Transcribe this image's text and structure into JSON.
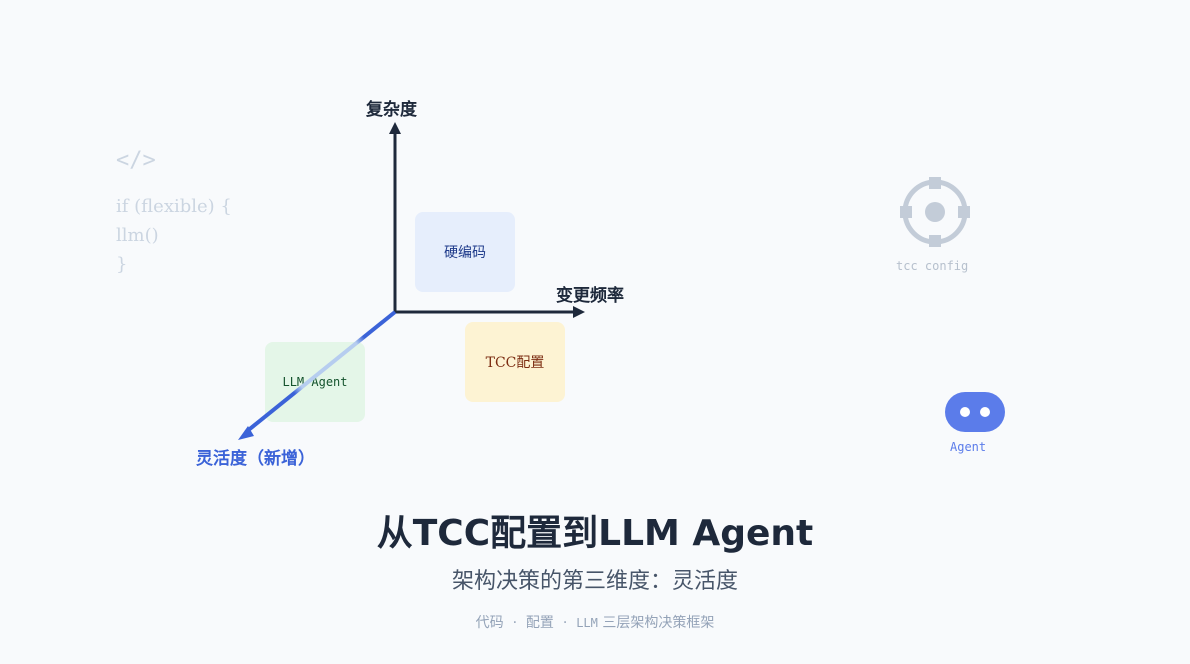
{
  "code_snippet": {
    "tag": "</>",
    "lines": [
      "if (flexible) {",
      "llm()",
      "}"
    ]
  },
  "axes": {
    "y_label": "复杂度",
    "x_label": "变更频率",
    "z_label": "灵活度（新增）"
  },
  "quadrants": {
    "hardcode": "硬编码",
    "tcc": "TCC配置",
    "llm": "LLM Agent"
  },
  "tcc_icon": {
    "label": "tcc config"
  },
  "agent_icon": {
    "label": "Agent"
  },
  "title": "从TCC配置到LLM Agent",
  "subtitle": "架构决策的第三维度：灵活度",
  "footer": {
    "item1": "代码",
    "item2": "配置",
    "item3_prefix": "LLM",
    "item3_rest": " 三层架构决策框架",
    "separator": "·"
  },
  "colors": {
    "axis": "#1e293b",
    "new_axis": "#3b63d8",
    "icon_gray": "#c3ccd8",
    "agent_blue": "#5b7cea"
  }
}
